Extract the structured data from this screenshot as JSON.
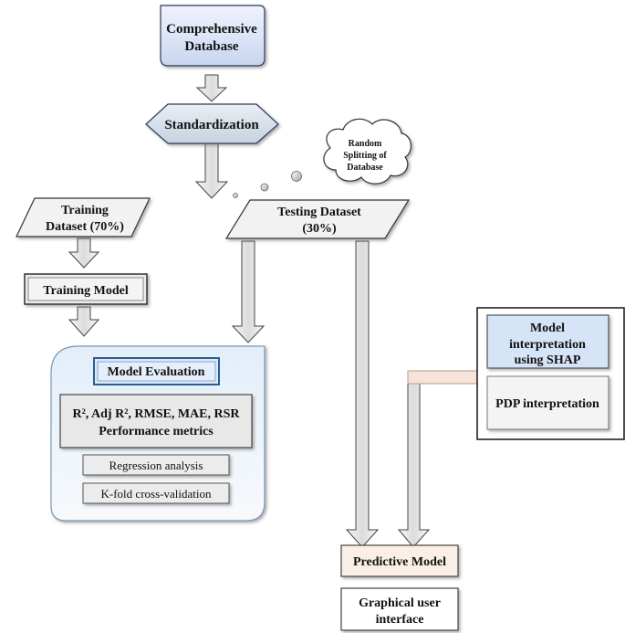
{
  "nodes": {
    "database": {
      "line1": "Comprehensive",
      "line2": "Database"
    },
    "standardization": {
      "label": "Standardization"
    },
    "random_split": {
      "line1": "Random",
      "line2": "Splitting of",
      "line3": "Database"
    },
    "training_dataset": {
      "line1": "Training",
      "line2": "Dataset (70%)"
    },
    "testing_dataset": {
      "line1": "Testing Dataset",
      "line2": "(30%)"
    },
    "training_model": {
      "label": "Training Model"
    },
    "model_evaluation": {
      "label": "Model Evaluation"
    },
    "metrics": {
      "line1": "R², Adj R², RMSE, MAE, RSR",
      "line2": "Performance metrics"
    },
    "regression": {
      "label": "Regression analysis"
    },
    "kfold": {
      "label": "K-fold cross-validation"
    },
    "shap": {
      "line1": "Model",
      "line2": "interpretation",
      "line3": "using SHAP"
    },
    "pdp": {
      "label": "PDP interpretation"
    },
    "predictive_model": {
      "label": "Predictive Model"
    },
    "gui": {
      "line1": "Graphical user",
      "line2": "interface"
    }
  },
  "colors": {
    "database_fill": "#dde5f7",
    "hexagon_fill": "#d7e0ea",
    "parallelogram_fill": "#f2f2f2",
    "box_fill": "#ececec",
    "panel_fill": "#eaf3fb",
    "eval_fill": "#dbe9fa",
    "shap_fill": "#d6e4f7",
    "predictive_fill": "#fbeee6",
    "connector": "#f6e4da",
    "arrow_fill": "#e8e8e8"
  }
}
